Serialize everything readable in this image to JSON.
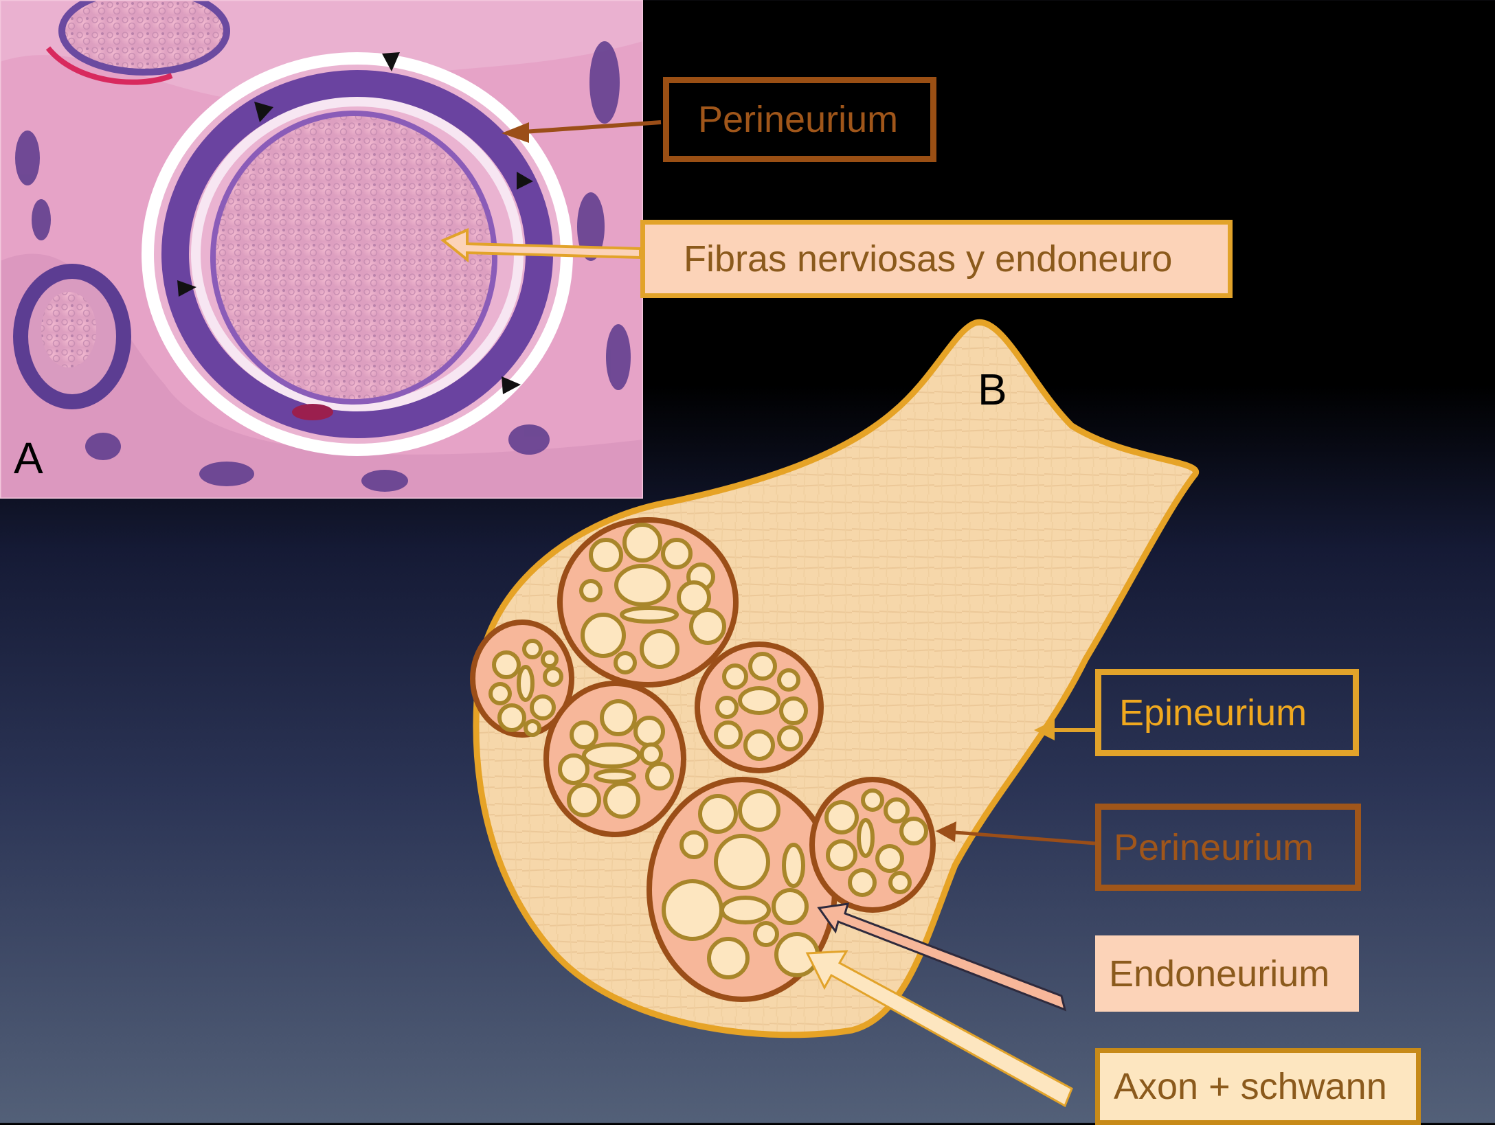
{
  "panels": {
    "a": "A",
    "b": "B"
  },
  "labels": {
    "perineurium_top": "Perineurium",
    "fibras": "Fibras nerviosas y endoneuro",
    "epineurium": "Epineurium",
    "perineurium_bottom": "Perineurium",
    "endoneurium": "Endoneurium",
    "axon": "Axon + schwann"
  },
  "colors": {
    "background_top": "#000000",
    "background_bottom": "#536078",
    "histology_pink": "#e8a6cc",
    "histology_purple": "#5a3a8c",
    "epineurium": "#e2a32a",
    "perineurium": "#a0561a",
    "endoneurium": "#f6b89a",
    "axon": "#fde6c0",
    "axon_ring": "#a8862a",
    "fill_tan": "#f6d7aa"
  }
}
